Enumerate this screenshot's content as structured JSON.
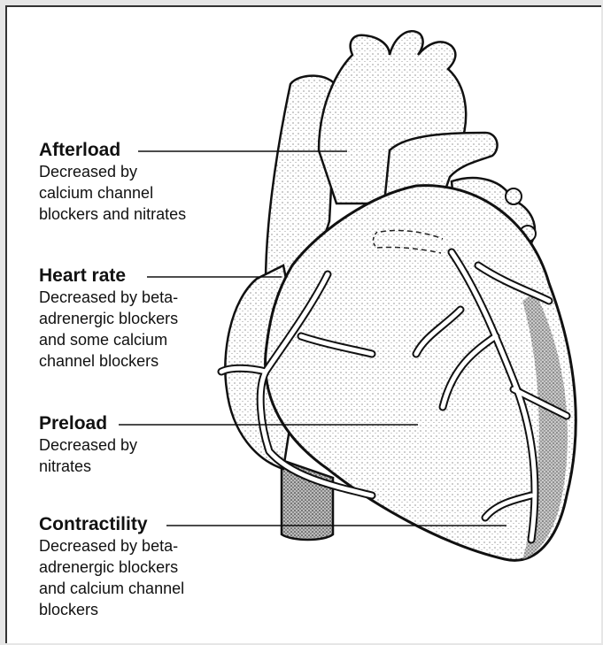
{
  "labels": [
    {
      "name": "Afterload",
      "desc": [
        "Decreased by",
        "calcium channel",
        "blockers and nitrates"
      ]
    },
    {
      "name": "Heart rate",
      "desc": [
        "Decreased by beta-",
        "adrenergic blockers",
        "and some calcium",
        "channel blockers"
      ]
    },
    {
      "name": "Preload",
      "desc": [
        "Decreased by",
        "nitrates"
      ]
    },
    {
      "name": "Contractility",
      "desc": [
        "Decreased by beta-",
        "adrenergic blockers",
        "and calcium channel",
        "blockers"
      ]
    }
  ]
}
